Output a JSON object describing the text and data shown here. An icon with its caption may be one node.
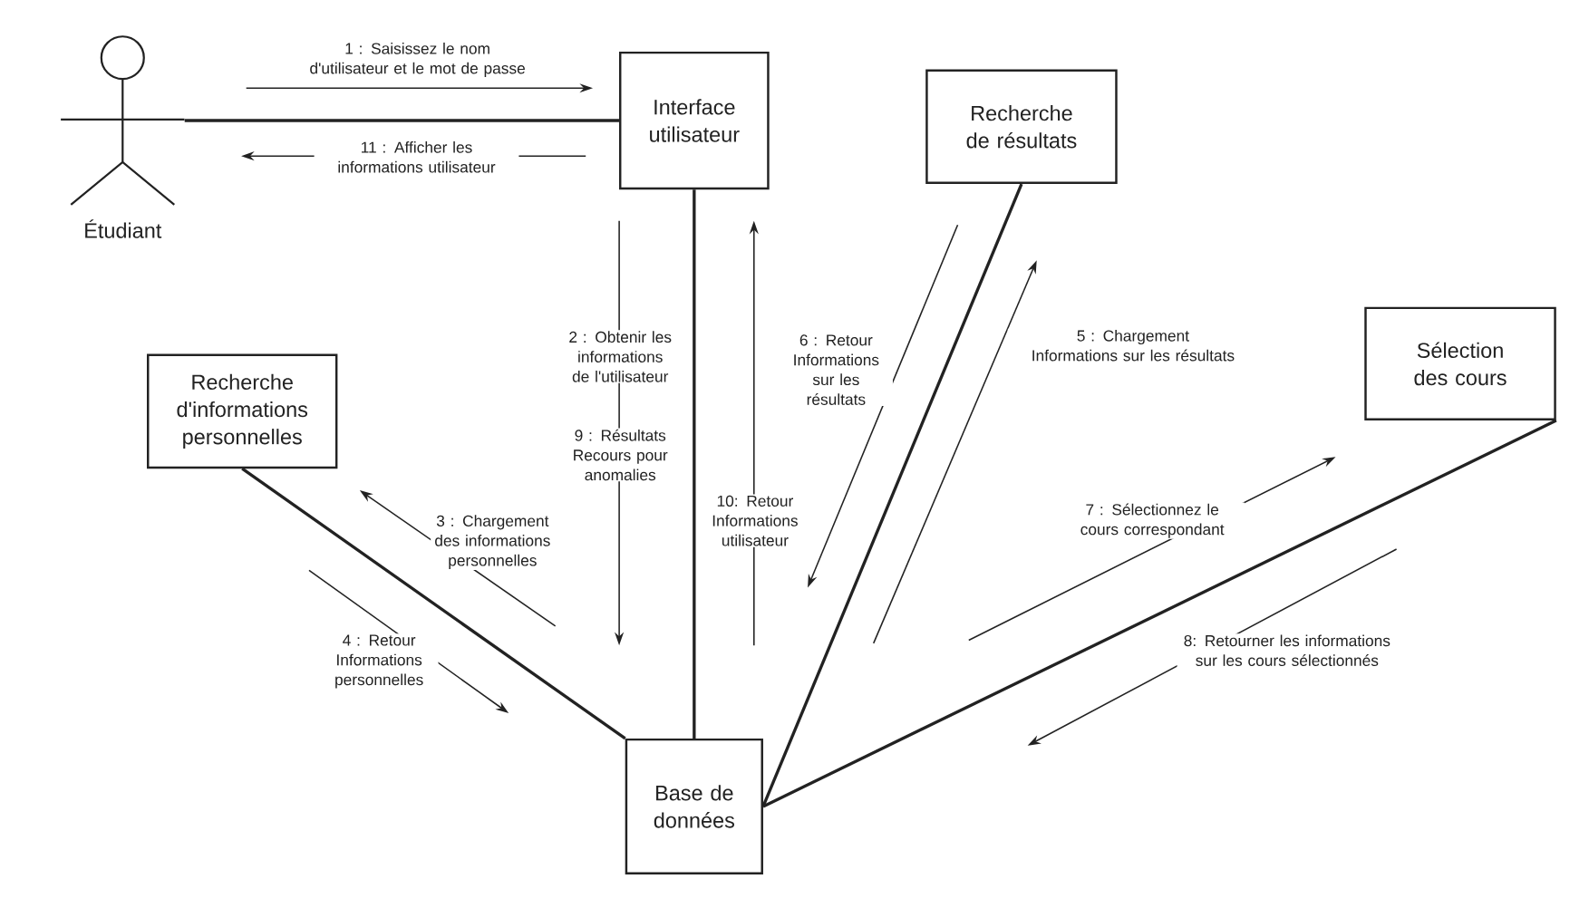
{
  "diagram": {
    "nodes": [
      {
        "text": [
          "Étudiant"
        ]
      },
      {
        "text": [
          "Interface utilisateur"
        ]
      },
      {
        "text": [
          "Recherche de résultats"
        ]
      },
      {
        "text": [
          "Sélection des cours"
        ]
      },
      {
        "text": [
          "Recherche d'informations personnelles"
        ]
      },
      {
        "text": [
          "Base de données"
        ]
      }
    ],
    "edges": [
      {
        "from": 0,
        "to": 1,
        "arrow": "none"
      },
      {
        "from": 1,
        "to": 5,
        "arrow": "none"
      },
      {
        "from": 4,
        "to": 5,
        "arrow": "none"
      },
      {
        "from": 2,
        "to": 5,
        "arrow": "none"
      },
      {
        "from": 3,
        "to": 5,
        "arrow": "none"
      }
    ],
    "labels": [
      "1 : Saisissez le nom d'utilisateur et le mot de passe",
      "11 : Afficher les informations utilisateur",
      "5 : Chargement Informations sur les résultats",
      "2 : Obtenir les informations de l'utilisateur",
      "6 : Retour Informations sur les résultats",
      "9 : Résultats Recours pour anomalies",
      "10: Retour Informations utilisateur",
      "7 : Sélectionnez le cours correspondant",
      "3 : Chargement des informations personnelles",
      "8: Retourner les informations sur les cours sélectionnés",
      "4 : Retour Informations personnelles"
    ]
  }
}
